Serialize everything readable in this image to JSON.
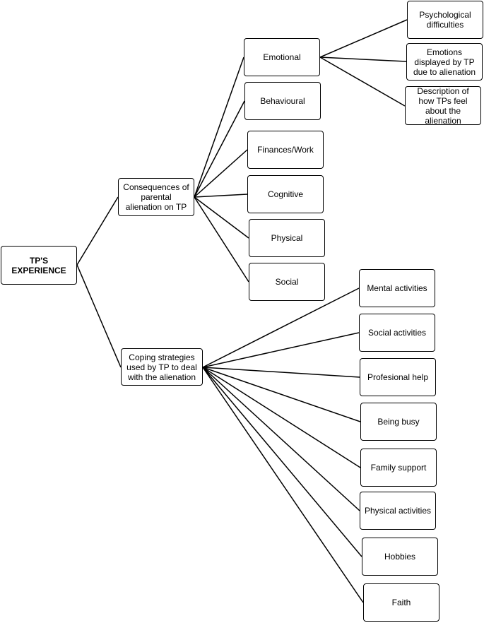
{
  "diagram": {
    "root": {
      "label": "TP'S EXPERIENCE"
    },
    "branches": [
      {
        "id": "consequences",
        "label": "Consequences of parental alienation on TP",
        "children": [
          {
            "id": "emotional",
            "label": "Emotional",
            "children": [
              {
                "id": "psych",
                "label": "Psychological difficulties"
              },
              {
                "id": "emotions",
                "label": "Emotions displayed by TP due to alienation"
              },
              {
                "id": "description",
                "label": "Description of how TPs feel about the alienation"
              }
            ]
          },
          {
            "id": "behavioural",
            "label": "Behavioural"
          },
          {
            "id": "finances",
            "label": "Finances/Work"
          },
          {
            "id": "cognitive",
            "label": "Cognitive"
          },
          {
            "id": "physical",
            "label": "Physical"
          },
          {
            "id": "social",
            "label": "Social"
          }
        ]
      },
      {
        "id": "coping",
        "label": "Coping strategies used by TP to deal with the alienation",
        "children": [
          {
            "id": "mental",
            "label": "Mental activities"
          },
          {
            "id": "social_act",
            "label": "Social activities"
          },
          {
            "id": "profesional",
            "label": "Profesional help"
          },
          {
            "id": "busy",
            "label": "Being busy"
          },
          {
            "id": "family",
            "label": "Family support"
          },
          {
            "id": "physical_act",
            "label": "Physical activities"
          },
          {
            "id": "hobbies",
            "label": "Hobbies"
          },
          {
            "id": "faith",
            "label": "Faith"
          }
        ]
      }
    ]
  }
}
